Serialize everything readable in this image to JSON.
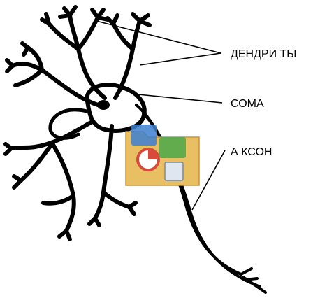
{
  "labels": {
    "dendrites": "ДЕНДРИ ТЫ",
    "soma": "СОМА",
    "axon": "А КСОН"
  },
  "colors": {
    "ink": "#000000",
    "background": "#ffffff",
    "folder": "#e8c063",
    "folder_shadow": "#c9962f",
    "icon_blue": "#3c7fd0",
    "icon_green": "#4aa84a",
    "icon_red": "#d94a3a"
  },
  "icons": {
    "overlay": "office-folder-icon"
  }
}
